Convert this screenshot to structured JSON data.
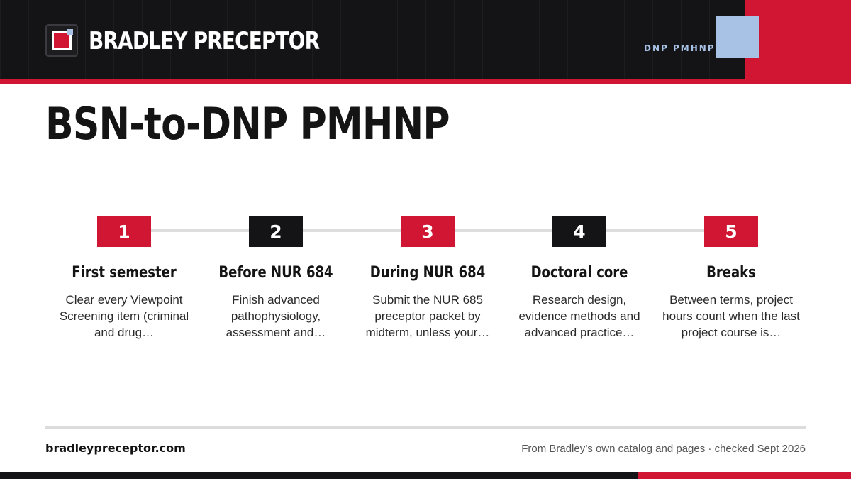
{
  "header": {
    "brand": "BRADLEY PRECEPTOR",
    "tag": "DNP PMHNP"
  },
  "title": "BSN-to-DNP PMHNP",
  "steps": [
    {
      "number": "1",
      "title": "First semester",
      "description": "Clear every Viewpoint Screening item (criminal and drug…",
      "color": "#d11634"
    },
    {
      "number": "2",
      "title": "Before NUR 684",
      "description": "Finish advanced pathophysiology, assessment and…",
      "color": "#141416"
    },
    {
      "number": "3",
      "title": "During NUR 684",
      "description": "Submit the NUR 685 preceptor packet by midterm, unless your…",
      "color": "#d11634"
    },
    {
      "number": "4",
      "title": "Doctoral core",
      "description": "Research design, evidence methods and advanced practice…",
      "color": "#141416"
    },
    {
      "number": "5",
      "title": "Breaks",
      "description": "Between terms, project hours count when the last project course is…",
      "color": "#d11634"
    }
  ],
  "footer": {
    "url": "bradleypreceptor.com",
    "source": "From Bradley’s own catalog and pages · checked Sept 2026"
  },
  "colors": {
    "accent_red": "#d11634",
    "dark": "#141416",
    "accent_blue": "#a8c2e6"
  }
}
